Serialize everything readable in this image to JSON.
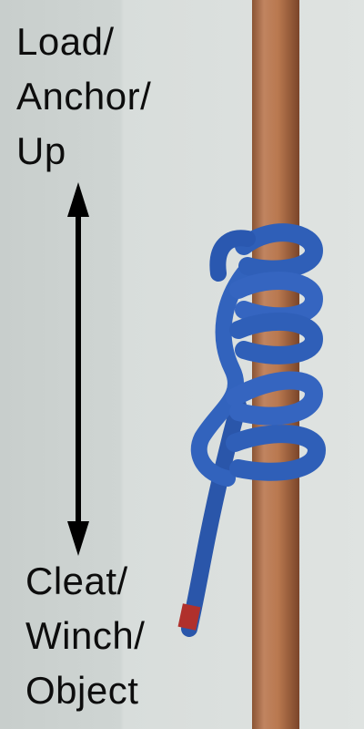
{
  "labels": {
    "top": [
      "Load/",
      "Anchor/",
      "Up"
    ],
    "bottom": [
      "Cleat/",
      "Winch/",
      "Object"
    ]
  },
  "colors": {
    "background_left": "#c9cfcd",
    "background_right": "#d9dedc",
    "pole": "#b97a55",
    "rope": "#2f5fb8",
    "arrow": "#000000"
  },
  "icons": {
    "arrow": "double-headed-vertical-arrow"
  }
}
